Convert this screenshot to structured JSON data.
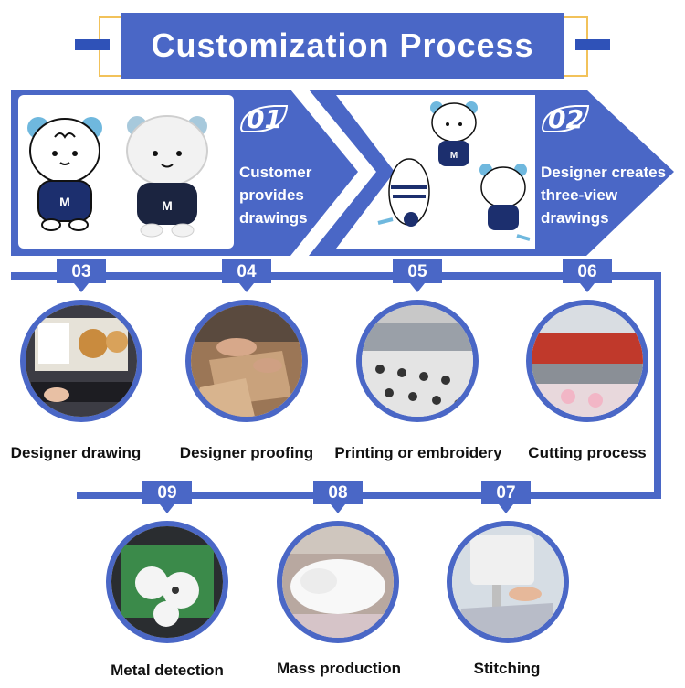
{
  "title": "Customization Process",
  "colors": {
    "primary": "#4a67c6",
    "dark": "#2f52b8",
    "accent": "#f2c25a"
  },
  "top_steps": [
    {
      "num": "01",
      "lines": [
        "Customer",
        "provides",
        "drawings"
      ]
    },
    {
      "num": "02",
      "lines": [
        "Designer creates",
        "three-view",
        "drawings"
      ]
    }
  ],
  "steps": [
    {
      "num": "03",
      "caption": "Designer drawing"
    },
    {
      "num": "04",
      "caption": "Designer proofing"
    },
    {
      "num": "05",
      "caption": "Printing or embroidery"
    },
    {
      "num": "06",
      "caption": "Cutting process"
    },
    {
      "num": "07",
      "caption": "Stitching"
    },
    {
      "num": "08",
      "caption": "Mass production"
    },
    {
      "num": "09",
      "caption": "Metal detection"
    }
  ],
  "plush_letter": "M"
}
